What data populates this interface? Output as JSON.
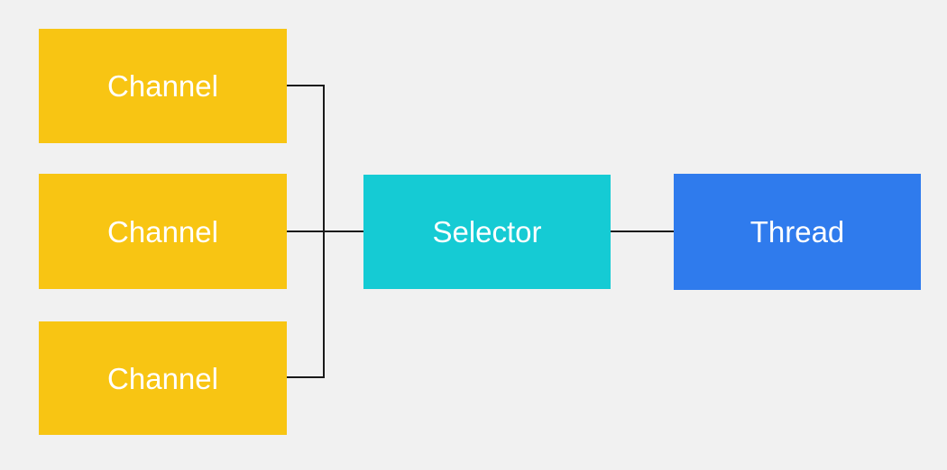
{
  "diagram": {
    "type": "flow-diagram",
    "colors": {
      "background": "#F1F1F1",
      "channel_fill": "#F8C513",
      "selector_fill": "#15CBD4",
      "thread_fill": "#2F7BED",
      "connector": "#1A1A1A",
      "label_text": "#FFFFFF"
    },
    "nodes": [
      {
        "id": "channel-1",
        "label": "Channel",
        "fill": "#F8C513"
      },
      {
        "id": "channel-2",
        "label": "Channel",
        "fill": "#F8C513"
      },
      {
        "id": "channel-3",
        "label": "Channel",
        "fill": "#F8C513"
      },
      {
        "id": "selector",
        "label": "Selector",
        "fill": "#15CBD4"
      },
      {
        "id": "thread",
        "label": "Thread",
        "fill": "#2F7BED"
      }
    ],
    "edges": [
      {
        "from": "channel-1",
        "to": "selector"
      },
      {
        "from": "channel-2",
        "to": "selector"
      },
      {
        "from": "channel-3",
        "to": "selector"
      },
      {
        "from": "selector",
        "to": "thread"
      }
    ]
  }
}
